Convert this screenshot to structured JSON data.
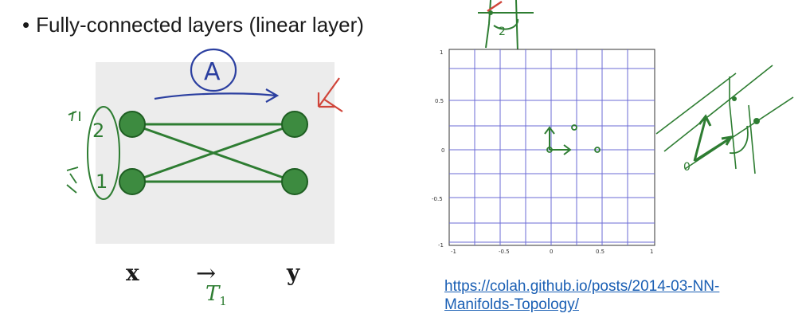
{
  "bullet": "Fully-connected layers (linear layer)",
  "network": {
    "input_labels": [
      "2",
      "1"
    ],
    "annotation": "A"
  },
  "equation": {
    "input": "x",
    "arrow": "→",
    "transform": "T",
    "transform_sub": "1",
    "output": "y"
  },
  "grid_plot": {
    "x_ticks": [
      "-1",
      "-0.5",
      "0",
      "0.5",
      "1"
    ],
    "y_ticks": [
      "1",
      "0.5",
      "0",
      "-0.5",
      "-1"
    ]
  },
  "reference_link": {
    "line1": "https://colah.github.io/posts/2014-03-NN-",
    "line2": "Manifolds-Topology/"
  },
  "colors": {
    "ink_green": "#2e7d32",
    "node_green": "#3d8b40",
    "ink_blue": "#2b3fa0",
    "ink_red": "#d0453a",
    "grid_blue": "#6b6bd6",
    "link_blue": "#1a5fb4"
  }
}
